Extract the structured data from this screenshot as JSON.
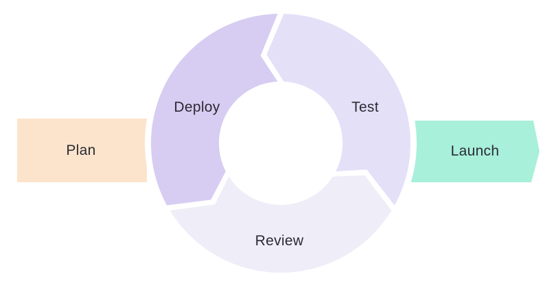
{
  "process": {
    "start": {
      "label": "Plan",
      "color": "#fce4cc"
    },
    "cycle_steps": [
      {
        "label": "Deploy",
        "color": "#d7ccf1"
      },
      {
        "label": "Test",
        "color": "#e4e0f8"
      },
      {
        "label": "Review",
        "color": "#efedf8"
      }
    ],
    "end": {
      "label": "Launch",
      "color": "#a8f0da"
    }
  },
  "style": {
    "background": "#ffffff",
    "label_text_color": "#2b2a33"
  }
}
